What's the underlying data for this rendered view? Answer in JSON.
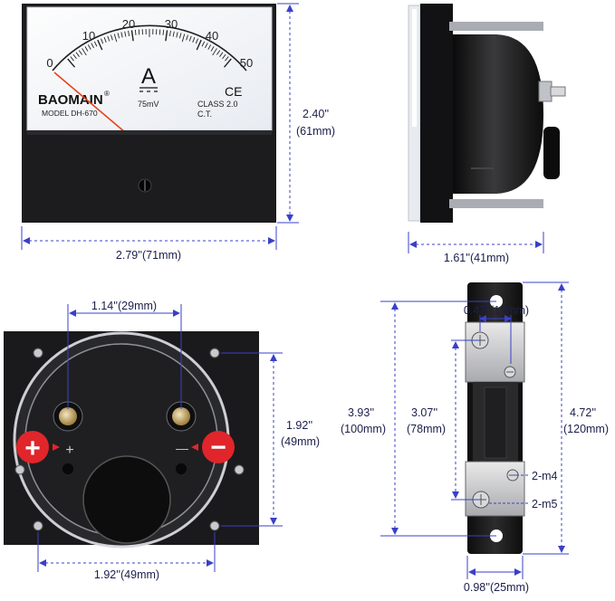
{
  "meter": {
    "scale_labels": [
      "0",
      "10",
      "20",
      "30",
      "40",
      "50"
    ],
    "unit": "A",
    "brand": "BAOMAIN",
    "brand_mark": "®",
    "ce_mark": "CE",
    "model": "MODEL DH-670",
    "voltage": "75mV",
    "class_label": "CLASS  2.0",
    "ct_label": "C.T."
  },
  "dimensions": {
    "front_height_in": "2.40''",
    "front_height_mm": "(61mm)",
    "front_width": "2.79''(71mm)",
    "side_depth": "1.61''(41mm)",
    "terminal_spacing": "1.14''(29mm)",
    "mount_vertical_in": "1.92''",
    "mount_vertical_mm": "(49mm)",
    "mount_horizontal": "1.92''(49mm)",
    "shunt_hole_width": "0.47''(12mm)",
    "shunt_overall_in": "3.93''",
    "shunt_overall_mm": "(100mm)",
    "shunt_inner_in": "3.07''",
    "shunt_inner_mm": "(78mm)",
    "shunt_total_in": "4.72''",
    "shunt_total_mm": "(120mm)",
    "shunt_width": "0.98''(25mm)",
    "screw_m4": "2-m4",
    "screw_m5": "2-m5"
  },
  "back": {
    "plus_badge": "+",
    "minus_badge": "−",
    "plus_label": "+",
    "minus_label": "—"
  },
  "colors": {
    "dimension_line": "#3a40c8",
    "meter_body": "#1c1c1e",
    "terminal_badge": "#e0262a",
    "needle": "#e8431a"
  }
}
